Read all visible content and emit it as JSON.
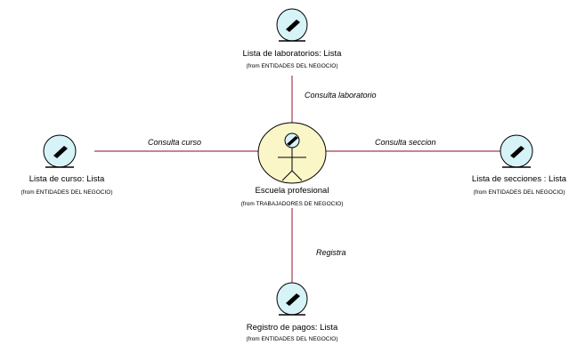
{
  "elements": {
    "lab": {
      "name": "Lista de laboratorios: Lista",
      "from": "(from ENTIDADES DEL NEGOCIO)"
    },
    "curso": {
      "name": "Lista de curso: Lista",
      "from": "(from ENTIDADES DEL NEGOCIO)"
    },
    "center": {
      "name": "Escuela profesional",
      "from": "(from TRABAJADORES DE NEGOCIO)"
    },
    "secciones": {
      "name": "Lista de secciones : Lista",
      "from": "(from ENTIDADES DEL NEGOCIO)"
    },
    "pagos": {
      "name": "Registro de pagos: Lista",
      "from": "(from ENTIDADES DEL NEGOCIO)"
    }
  },
  "associations": {
    "top": "Consulta laboratorio",
    "left": "Consulta curso",
    "right": "Consulta seccion",
    "bottom": "Registra"
  },
  "colors": {
    "entity_fill": "#d6f3f7",
    "worker_fill": "#fbf6c8",
    "line": "#a03c50",
    "outline": "#000000"
  }
}
